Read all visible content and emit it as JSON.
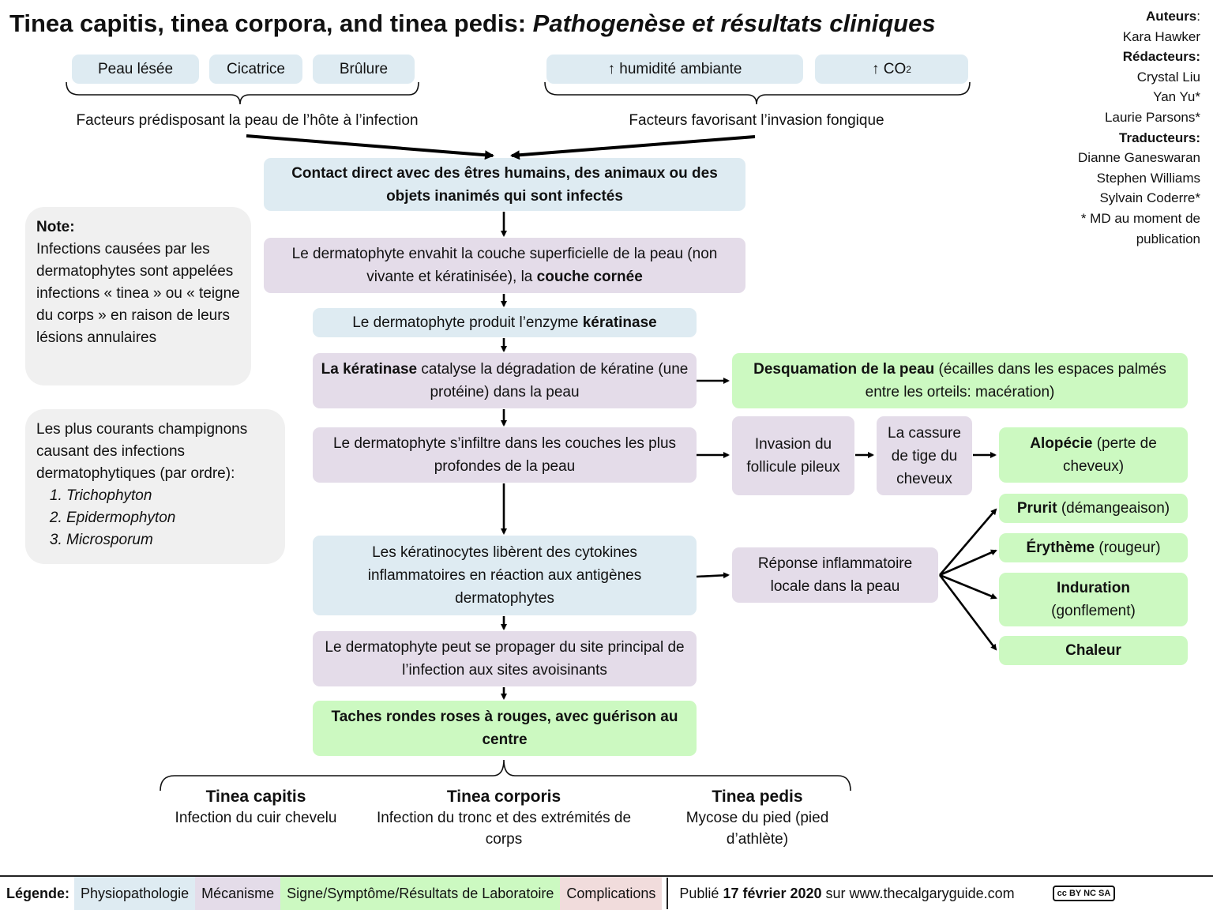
{
  "title": {
    "main": "Tinea capitis, tinea corpora, and tinea pedis: ",
    "italic": "Pathogenèse et résultats cliniques"
  },
  "credits": {
    "authors_label": "Auteurs",
    "authors": [
      "Kara Hawker"
    ],
    "editors_label": "Rédacteurs:",
    "editors": [
      "Crystal Liu",
      "Yan Yu*",
      "Laurie Parsons*"
    ],
    "translators_label": "Traducteurs:",
    "translators": [
      "Dianne Ganeswaran",
      "Stephen Williams",
      "Sylvain Coderre*"
    ],
    "footnote": "* MD au moment de publication"
  },
  "host_factors": {
    "items": [
      "Peau lésée",
      "Cicatrice",
      "Brûlure"
    ],
    "label": "Facteurs prédisposant la peau de l’hôte à l’infection"
  },
  "fungal_factors": {
    "items": [
      "↑ humidité ambiante",
      "↑ CO",
      "2"
    ],
    "label": "Facteurs favorisant l’invasion fongique"
  },
  "flow": {
    "contact": "Contact direct avec des êtres humains, des animaux ou des objets inanimés qui sont infectés",
    "invade_a": "Le dermatophyte envahit la couche superficielle de la peau (non vivante et kératinisée), la ",
    "invade_b": "couche cornée",
    "enzyme_a": "Le dermatophyte produit l’enzyme ",
    "enzyme_b": "kératinase",
    "catalyse_a": "La kératinase",
    "catalyse_b": " catalyse la dégradation de kératine (une protéine) dans la peau",
    "infiltrate": "Le dermatophyte s’infiltre dans les couches les plus profondes de la peau",
    "keratinocytes": "Les kératinocytes libèrent des cytokines inflammatoires en réaction aux antigènes dermatophytes",
    "spread": "Le dermatophyte peut se propager du site principal de l’infection aux sites avoisinants",
    "patches": "Taches rondes roses à rouges, avec guérison au centre"
  },
  "right": {
    "desquam_a": "Desquamation de la peau",
    "desquam_b": " (écailles dans les espaces palmés entre les orteils: macération)",
    "follicle": "Invasion du follicule pileux",
    "shaft": "La cassure de tige du cheveux",
    "alopecia_a": "Alopécie",
    "alopecia_b": " (perte de cheveux)",
    "inflam": "Réponse inflammatoire locale dans la peau",
    "pruritus_a": "Prurit",
    "pruritus_b": " (démangeaison)",
    "erythema_a": "Érythème",
    "erythema_b": " (rougeur)",
    "induration_a": "Induration",
    "induration_b": "(gonflement)",
    "heat": "Chaleur"
  },
  "notes": {
    "note_title": "Note:",
    "note_text": "Infections causées par les dermatophytes sont appelées infections « tinea » ou « teigne du corps » en raison de leurs lésions annulaires",
    "fungi_intro": "Les plus courants champignons causant des infections dermatophytiques (par ordre):",
    "fungi": [
      "Trichophyton",
      "Epidermophyton",
      "Microsporum"
    ]
  },
  "tineas": [
    {
      "name": "Tinea capitis",
      "desc": "Infection du cuir chevelu"
    },
    {
      "name": "Tinea corporis",
      "desc": "Infection du tronc et des extrémités de corps"
    },
    {
      "name": "Tinea pedis",
      "desc": "Mycose du pied (pied d’athlète)"
    }
  ],
  "legend": {
    "label": "Légende:",
    "items": [
      "Physiopathologie",
      "Mécanisme",
      "Signe/Symptôme/Résultats de Laboratoire",
      "Complications"
    ],
    "colors": [
      "#deebf2",
      "#e4dce9",
      "#ccf9c1",
      "#f1dcdc"
    ],
    "published_a": "Publié ",
    "published_b": "17 février 2020",
    "published_c": " sur www.thecalgaryguide.com",
    "license": "cc BY NC SA"
  }
}
